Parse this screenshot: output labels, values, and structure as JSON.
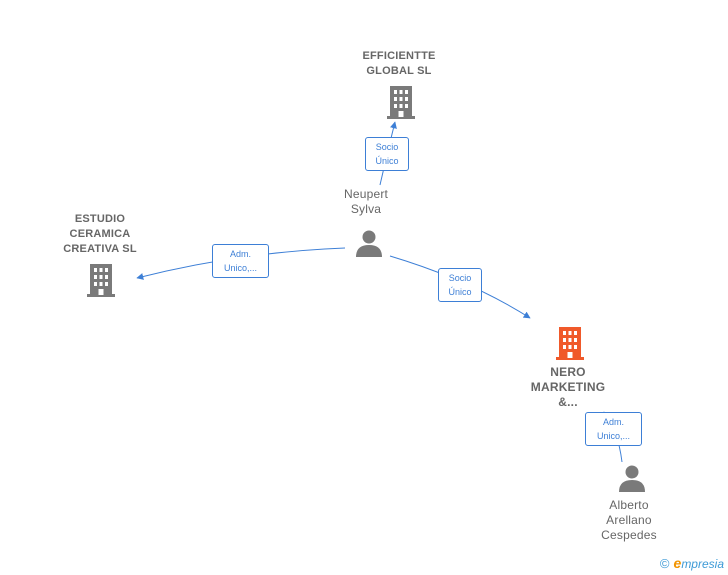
{
  "nodes": {
    "efficientte": {
      "label": "EFFICIENTTE\nGLOBAL  SL",
      "type": "company"
    },
    "estudio": {
      "label": "ESTUDIO\nCERAMICA\nCREATIVA SL",
      "type": "company"
    },
    "nero": {
      "label": "NERO\nMARKETING\n&...",
      "type": "company-main"
    },
    "neupert": {
      "label": "Neupert\nSylva",
      "type": "person"
    },
    "alberto": {
      "label": "Alberto\nArellano\nCespedes",
      "type": "person"
    }
  },
  "edges": {
    "neupert_efficientte": {
      "label": "Socio\nÚnico"
    },
    "neupert_estudio": {
      "label": "Adm.\nUnico,..."
    },
    "neupert_nero": {
      "label": "Socio\nÚnico"
    },
    "alberto_nero": {
      "label": "Adm.\nUnico,..."
    }
  },
  "footer": {
    "copyright_symbol": "©",
    "brand_first": "e",
    "brand_rest": "mpresia"
  },
  "colors": {
    "company_icon": "#7a7a7a",
    "main_company_icon": "#f0592a",
    "person_icon": "#7a7a7a",
    "edge": "#3d7fd6"
  }
}
